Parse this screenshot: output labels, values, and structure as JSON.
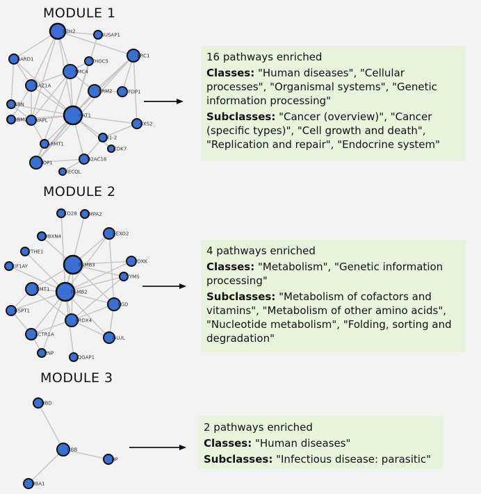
{
  "modules": [
    {
      "title": "MODULE 1",
      "summary": "16 pathways enriched",
      "classes_label": "Classes:",
      "classes": " \"Human diseases\", \"Cellular processes\", \"Organismal systems\", \"Genetic information processing\"",
      "subclasses_label": "Subclasses:",
      "subclasses": " \"Cancer (overview)\", \"Cancer (specific types)\", \"Cell growth and death\", \"Replication and repair\", \"Endocrine system\"",
      "nodes": [
        "EZH2",
        "NUSAP1",
        "BARD1",
        "THOC5",
        "PRC1",
        "SMC4",
        "BAZ1A",
        "RRM2",
        "TFDP1",
        "NBN",
        "RBM25",
        "WAPL",
        "HAT1",
        "CKS2",
        "H1-2",
        "ARMT1",
        "CDK7",
        "TOP1",
        "H2AC18",
        "RECQL"
      ]
    },
    {
      "title": "MODULE 2",
      "summary": "4 pathways enriched",
      "classes_label": "Classes:",
      "classes": " \"Metabolism\", \"Genetic information processing\"",
      "subclasses_label": "Subclasses:",
      "subclasses": " \"Metabolism of cofactors and vitamins\", \"Metabolism of other amino acids\", \"Nucleotide metabolism\", \"Folding, sorting and degradation\"",
      "nodes": [
        "CD28",
        "IMPA2",
        "UBXN4",
        "REXO2",
        "ETHE1",
        "PSMB3",
        "PDXK",
        "EIF1AY",
        "TYMS",
        "NMT1",
        "PSMB2",
        "GSPT1",
        "PGD",
        "PRDX4",
        "ACTR1A",
        "GLUL",
        "PNP",
        "IQGAP1"
      ]
    },
    {
      "title": "MODULE 3",
      "summary": "2 pathways enriched",
      "classes_label": "Classes:",
      "classes": " \"Human diseases\"",
      "subclasses_label": "Subclasses:",
      "subclasses": " \"Infectious disease: parasitic\"",
      "nodes": [
        "HBD",
        "HBB",
        "HP",
        "HBA1"
      ]
    }
  ],
  "colors": {
    "node_fill": "#3a6fd4",
    "node_stroke": "#111111",
    "edge": "#c8c8c8",
    "box_bg": "#e8f5dc",
    "arrow": "#111111"
  }
}
